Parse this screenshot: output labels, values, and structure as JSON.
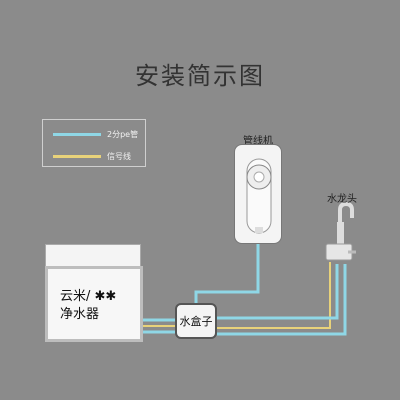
{
  "title": "安装简示图",
  "legend": {
    "items": [
      {
        "label": "2分pe管",
        "color": "#8fd7e6"
      },
      {
        "label": "信号线",
        "color": "#e8d27a"
      }
    ]
  },
  "labels": {
    "pipeline_machine": "管线机",
    "faucet": "水龙头",
    "water_box": "水盒子",
    "purifier_line1": "云米/ ✱✱",
    "purifier_line2": "净水器"
  },
  "colors": {
    "background": "#8b8b8b",
    "pe_pipe": "#8fd7e6",
    "signal_wire": "#e8d27a"
  }
}
